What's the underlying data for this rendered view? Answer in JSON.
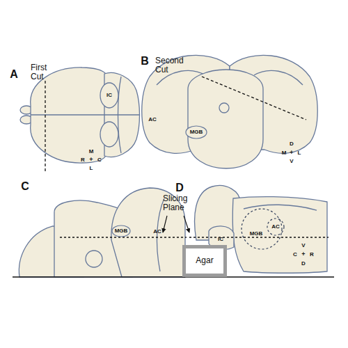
{
  "diagram": {
    "nodes": [
      {
        "text": [
          "MGB"
        ]
      },
      {
        "text": [
          "MGB"
        ]
      },
      {
        "text": [
          "MGB"
        ]
      },
      {
        "text": [
          "AC"
        ],
        "in": 2
      },
      {
        "text": [
          "Agar"
        ]
      }
    ],
    "labels": [
      "A",
      "First Cut",
      "IC",
      "M",
      "R",
      "+",
      "C",
      "L",
      "B",
      "Second Cut",
      "AC",
      "D",
      "M",
      "+",
      "L",
      "V",
      "C",
      "Slicing Plane",
      "AC",
      "D",
      "IC",
      "V",
      "C",
      "+",
      "R",
      "D"
    ]
  }
}
